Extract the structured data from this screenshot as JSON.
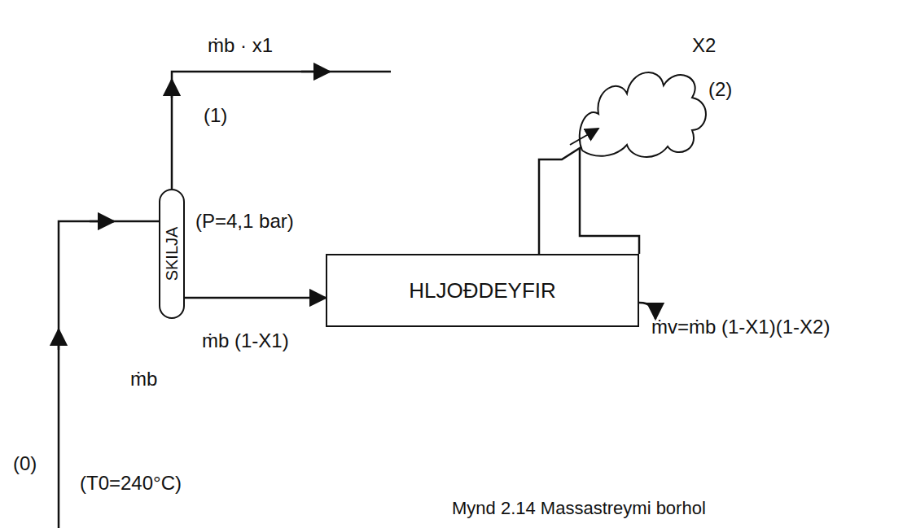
{
  "diagram": {
    "caption": "Mynd 2.14 Massastreymi borhol",
    "nodes": [
      {
        "text": [
          "SKILJA"
        ]
      },
      {
        "text": [
          "HLJOÐDEYFIR"
        ]
      }
    ],
    "edges": [
      {
        "from": 0,
        "to": 1,
        "arrow": "to",
        "label": "ṁb (1-X1)"
      }
    ],
    "labels": [
      "ṁb · x1",
      "(1)",
      "(P=4,1 bar)",
      "X2",
      "(2)",
      "ṁv=ṁb (1-X1)(1-X2)",
      "ṁb",
      "(0)",
      "(T0=240°C)"
    ]
  }
}
